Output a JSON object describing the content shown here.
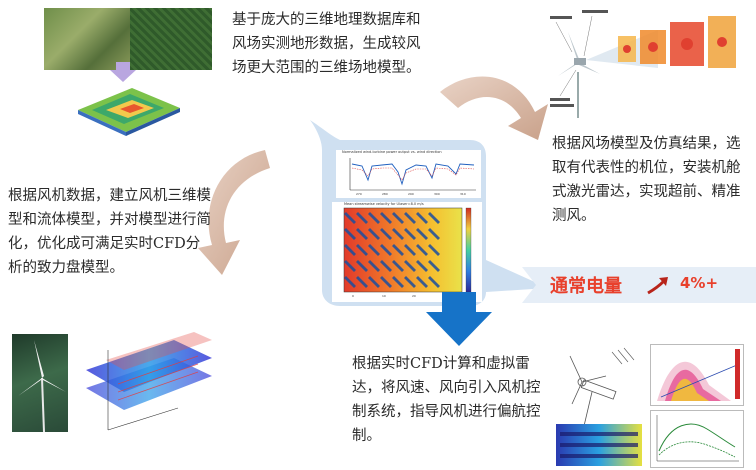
{
  "steps": {
    "terrain": {
      "text": "基于庞大的三维地理数据库和风场实测地形数据，生成较风场更大范围的三维场地模型。"
    },
    "lidar": {
      "text": "根据风场模型及仿真结果，选取有代表性的机位，安装机舱式激光雷达，实现超前、精准测风。"
    },
    "turbine": {
      "text": "根据风机数据，建立风机三维模型和流体模型，并对模型进行简化，优化成可满足实时CFD分析的致力盘模型。"
    },
    "control": {
      "text": "根据实时CFD计算和虚拟雷达，将风速、风向引入风机控制系统，指导风机进行偏航控制。"
    }
  },
  "center": {
    "plot_title": "Normalized wind-turbine power output vs. wind direction",
    "heatmap_title": "Mean streamwise velocity for Ulaser=8.0 m/s"
  },
  "badge": {
    "label": "通常电量",
    "value": "4%+",
    "arrow_icon": "trend-up-arrow",
    "color": "#e8402c"
  },
  "colors": {
    "cycle_arrow": "#d9b8a6",
    "bubble": "#cfe0f1",
    "down_arrow": "#1673c8"
  }
}
